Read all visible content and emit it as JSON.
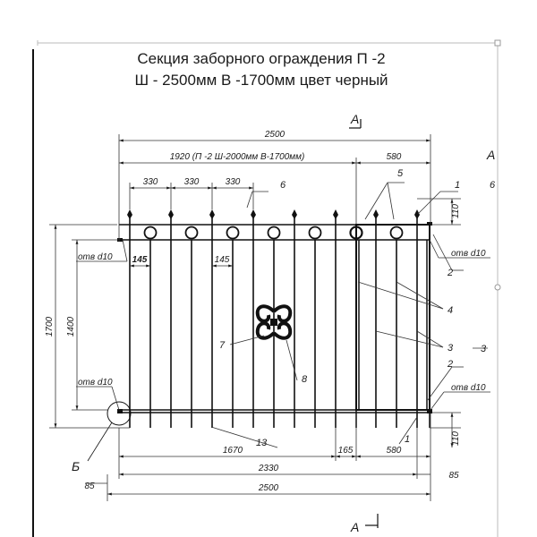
{
  "title": {
    "line1": "Секция заборного ограждения П -2",
    "line2": "Ш - 2500мм В -1700мм цвет черный"
  },
  "dimensions": {
    "overall_width_top": "2500",
    "panel_width": "1920 (П -2 Ш-2000мм В-1700мм)",
    "gate_width_top": "580",
    "pitch_1": "330",
    "pitch_2": "330",
    "pitch_3": "330",
    "spike_offset": "110",
    "height_total": "1700",
    "height_inner": "1400",
    "bar_spacing_left": "145",
    "bar_spacing_mid": "145",
    "rail_1670": "1670",
    "offset_165": "165",
    "gate_width_bottom": "580",
    "width_2330": "2330",
    "right_85": "85",
    "overall_width_bottom": "2500",
    "left_85": "85",
    "bottom_offset_110": "110"
  },
  "holes": {
    "top_left": "отв d10",
    "bottom_left": "отв d10",
    "top_right": "отв d10",
    "bottom_right": "отв d10"
  },
  "callouts": {
    "c1_top": "1",
    "c1_bottom": "1",
    "c2_top": "2",
    "c2_bottom": "2",
    "c3_right": "3",
    "c3_far": "3",
    "c4": "4",
    "c5": "5",
    "c6": "6",
    "c6_far": "6",
    "c7": "7",
    "c8": "8",
    "c13": "13"
  },
  "section_marks": {
    "a_top": "А",
    "a_right": "А",
    "a_bottom": "А",
    "b": "Б"
  }
}
